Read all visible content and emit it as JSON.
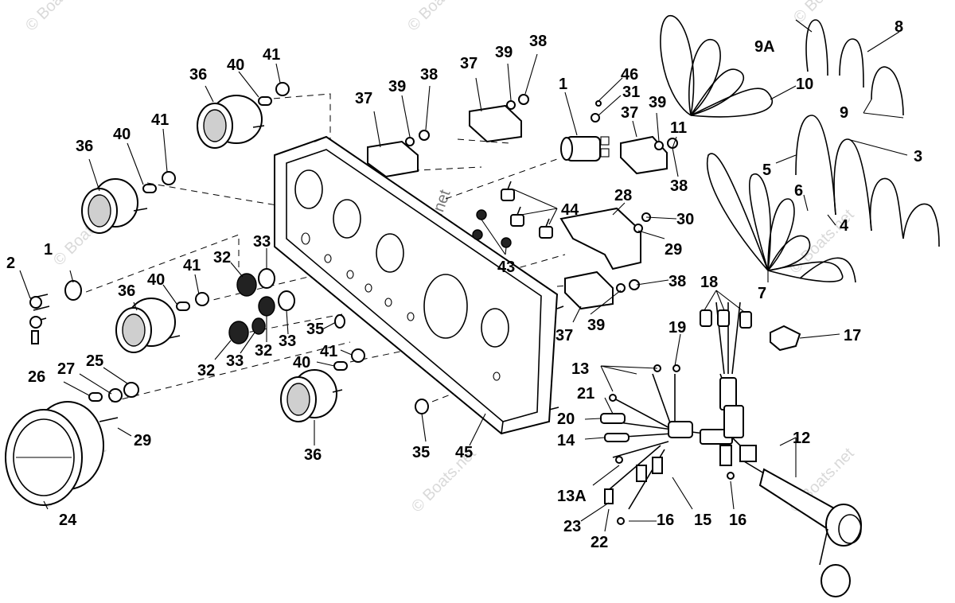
{
  "watermarks": [
    "© Boats.net",
    "© Boats.net",
    "© Boats.net",
    "© Boats.net",
    "© Boats.net",
    "© Boats.net",
    "© Boats.net",
    "© Boats.net",
    "© Boats.net"
  ],
  "callouts": [
    "1",
    "1",
    "2",
    "3",
    "4",
    "5",
    "6",
    "7",
    "8",
    "9",
    "9A",
    "10",
    "11",
    "12",
    "13",
    "13A",
    "14",
    "15",
    "16",
    "16",
    "17",
    "18",
    "19",
    "20",
    "21",
    "22",
    "23",
    "24",
    "25",
    "26",
    "27",
    "28",
    "29",
    "29",
    "30",
    "31",
    "32",
    "32",
    "32",
    "33",
    "33",
    "33",
    "33",
    "35",
    "35",
    "36",
    "36",
    "36",
    "36",
    "36",
    "37",
    "37",
    "37",
    "37",
    "38",
    "38",
    "38",
    "38",
    "39",
    "39",
    "39",
    "39",
    "40",
    "40",
    "40",
    "40",
    "41",
    "41",
    "41",
    "41",
    "43",
    "44",
    "45",
    "46"
  ]
}
